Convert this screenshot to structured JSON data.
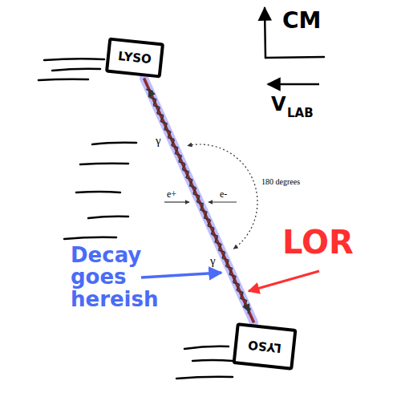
{
  "diagram": {
    "nodes": [
      {
        "text": [
          "LYSO"
        ]
      },
      {
        "text": [
          "LYSO"
        ]
      }
    ],
    "edges": [
      {
        "from": 0,
        "to": 1,
        "arrow": "both"
      }
    ],
    "labels": [
      "CM",
      "V",
      "LAB",
      "γ",
      "γ",
      "e+",
      "e-",
      "180 degrees",
      "LOR",
      "Decay goes hereish"
    ]
  }
}
